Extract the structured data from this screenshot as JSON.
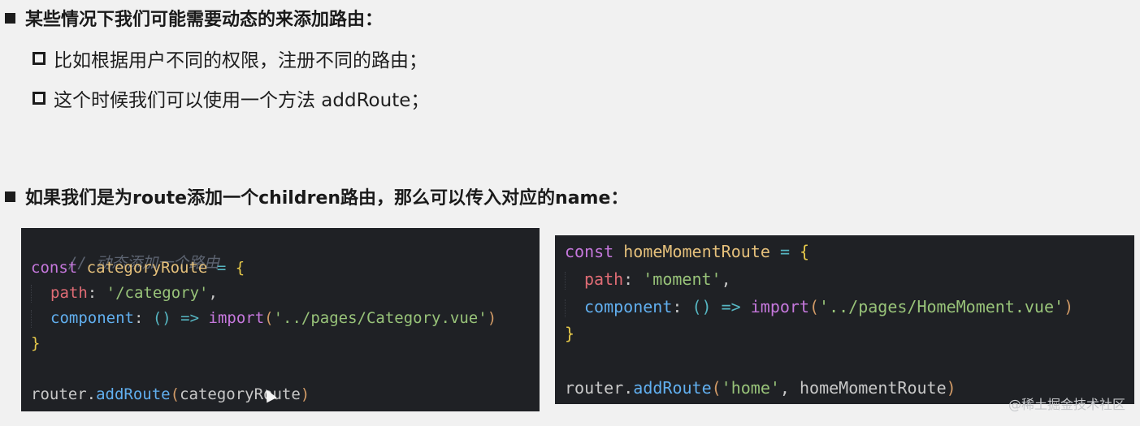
{
  "heading1": "某些情况下我们可能需要动态的来添加路由：",
  "subitems": [
    "比如根据用户不同的权限，注册不同的路由；",
    "这个时候我们可以使用一个方法 addRoute；"
  ],
  "heading2": "如果我们是为route添加一个children路由，那么可以传入对应的name：",
  "code_left": {
    "comment": "// 动态添加一个路由",
    "const": "const",
    "varname": "categoryRoute",
    "eq": "=",
    "open_brace": "{",
    "path_key": "path",
    "path_val": "'/category'",
    "comp_key": "component",
    "arrow": "() =>",
    "import_kw": "import",
    "import_arg": "'../pages/Category.vue'",
    "close_brace": "}",
    "router": "router",
    "method": "addRoute",
    "arg": "categoryRoute"
  },
  "code_right": {
    "const": "const",
    "varname": "homeMomentRoute",
    "eq": "=",
    "open_brace": "{",
    "path_key": "path",
    "path_val": "'moment'",
    "comp_key": "component",
    "arrow": "() =>",
    "import_kw": "import",
    "import_arg": "'../pages/HomeMoment.vue'",
    "close_brace": "}",
    "router": "router",
    "method": "addRoute",
    "arg1": "'home'",
    "arg2": "homeMomentRoute"
  },
  "watermark": "@稀土掘金技术社区"
}
